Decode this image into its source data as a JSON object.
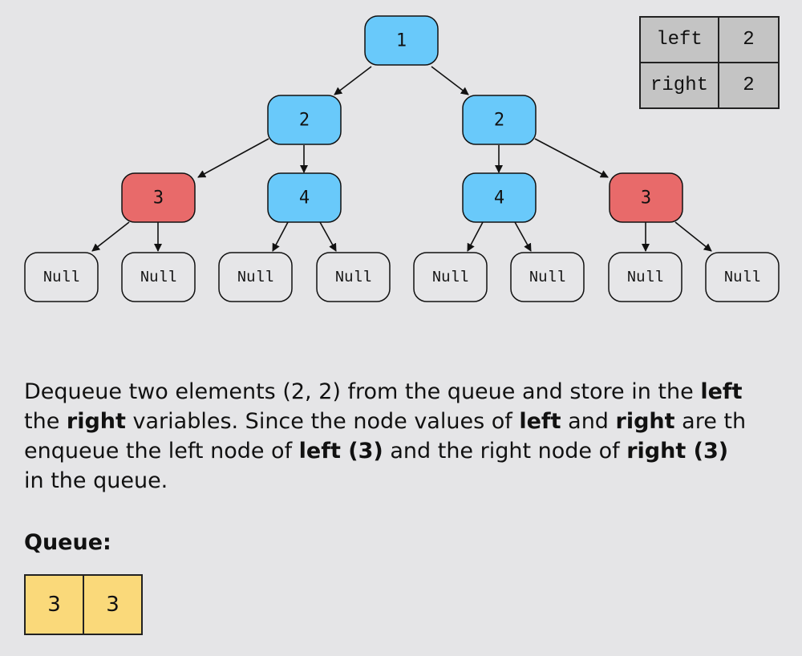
{
  "colors": {
    "active_node": "#69c9fa",
    "highlight_node": "#e86a6a",
    "null_node": "#e6e6e8",
    "queue_cell": "#fad97a",
    "variable_cell": "#c4c4c4"
  },
  "tree": {
    "root": {
      "label": "1",
      "state": "active"
    },
    "level2": [
      {
        "label": "2",
        "state": "active"
      },
      {
        "label": "2",
        "state": "active"
      }
    ],
    "level3": [
      {
        "label": "3",
        "state": "highlight"
      },
      {
        "label": "4",
        "state": "active"
      },
      {
        "label": "4",
        "state": "active"
      },
      {
        "label": "3",
        "state": "highlight"
      }
    ],
    "leaves": [
      "Null",
      "Null",
      "Null",
      "Null",
      "Null",
      "Null",
      "Null",
      "Null"
    ]
  },
  "variables": [
    {
      "name": "left",
      "value": "2"
    },
    {
      "name": "right",
      "value": "2"
    }
  ],
  "explanation": {
    "l1_a": "Dequeue two elements (2, 2) from the queue and store in the ",
    "l1_b": "left",
    "l2_a": "the ",
    "l2_b": "right",
    "l2_c": " variables. Since the node values of ",
    "l2_d": "left",
    "l2_e": " and ",
    "l2_f": "right",
    "l2_g": " are th",
    "l3_a": "enqueue the left node of ",
    "l3_b": "left (3)",
    "l3_c": " and the right node of ",
    "l3_d": "right (3)",
    "l4_a": "in the queue."
  },
  "queue": {
    "title": "Queue:",
    "items": [
      "3",
      "3"
    ]
  }
}
